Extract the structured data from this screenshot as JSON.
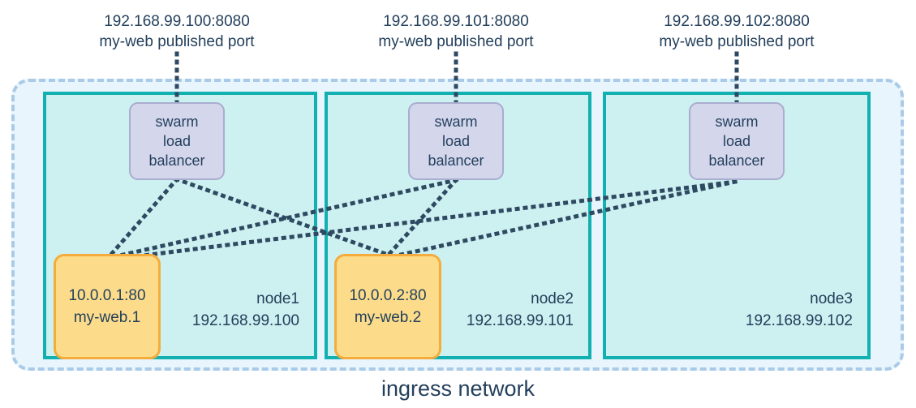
{
  "diagram": {
    "title": "ingress network",
    "colors": {
      "ingress_fill": "#e9f5fc",
      "ingress_border": "#a9cbe8",
      "node_fill": "#cdf0f0",
      "node_border": "#12b0b0",
      "lb_fill": "#d4d6ec",
      "lb_border": "#a9adcf",
      "task_fill": "#fcdc8a",
      "task_border": "#f5ac3c",
      "text": "#24405c",
      "wire": "#2e4a62"
    }
  },
  "port_labels": [
    {
      "address": "192.168.99.100:8080",
      "description": "my-web published port"
    },
    {
      "address": "192.168.99.101:8080",
      "description": "my-web published port"
    },
    {
      "address": "192.168.99.102:8080",
      "description": "my-web published port"
    }
  ],
  "nodes": [
    {
      "name": "node1",
      "ip": "192.168.99.100",
      "load_balancer": {
        "line1": "swarm",
        "line2": "load",
        "line3": "balancer"
      },
      "task": {
        "address": "10.0.0.1:80",
        "name": "my-web.1"
      }
    },
    {
      "name": "node2",
      "ip": "192.168.99.101",
      "load_balancer": {
        "line1": "swarm",
        "line2": "load",
        "line3": "balancer"
      },
      "task": {
        "address": "10.0.0.2:80",
        "name": "my-web.2"
      }
    },
    {
      "name": "node3",
      "ip": "192.168.99.102",
      "load_balancer": {
        "line1": "swarm",
        "line2": "load",
        "line3": "balancer"
      },
      "task": null
    }
  ]
}
